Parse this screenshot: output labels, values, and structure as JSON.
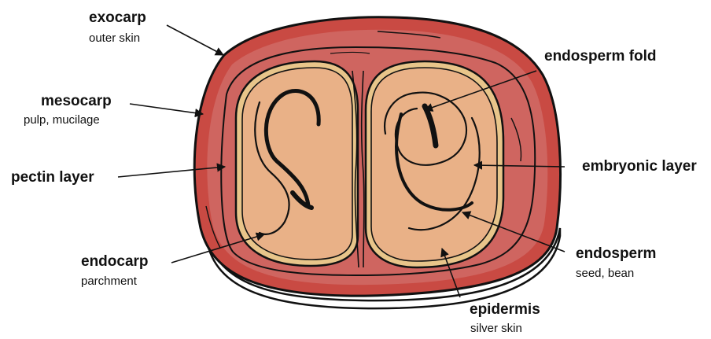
{
  "colors": {
    "exocarp": "#c94a43",
    "mesocarp": "#cf6560",
    "endocarp": "#e8c58a",
    "endosperm": "#e9b187",
    "outline": "#111111",
    "background": "#ffffff"
  },
  "labels": {
    "exocarp": {
      "name": "exocarp",
      "desc": "outer skin"
    },
    "mesocarp": {
      "name": "mesocarp",
      "desc": "pulp, mucilage"
    },
    "pectin_layer": {
      "name": "pectin layer"
    },
    "endocarp": {
      "name": "endocarp",
      "desc": "parchment"
    },
    "endosperm_fold": {
      "name": "endosperm fold"
    },
    "embryonic_layer": {
      "name": "embryonic layer"
    },
    "endosperm": {
      "name": "endosperm",
      "desc": "seed, bean"
    },
    "epidermis": {
      "name": "epidermis",
      "desc": "silver skin"
    }
  }
}
